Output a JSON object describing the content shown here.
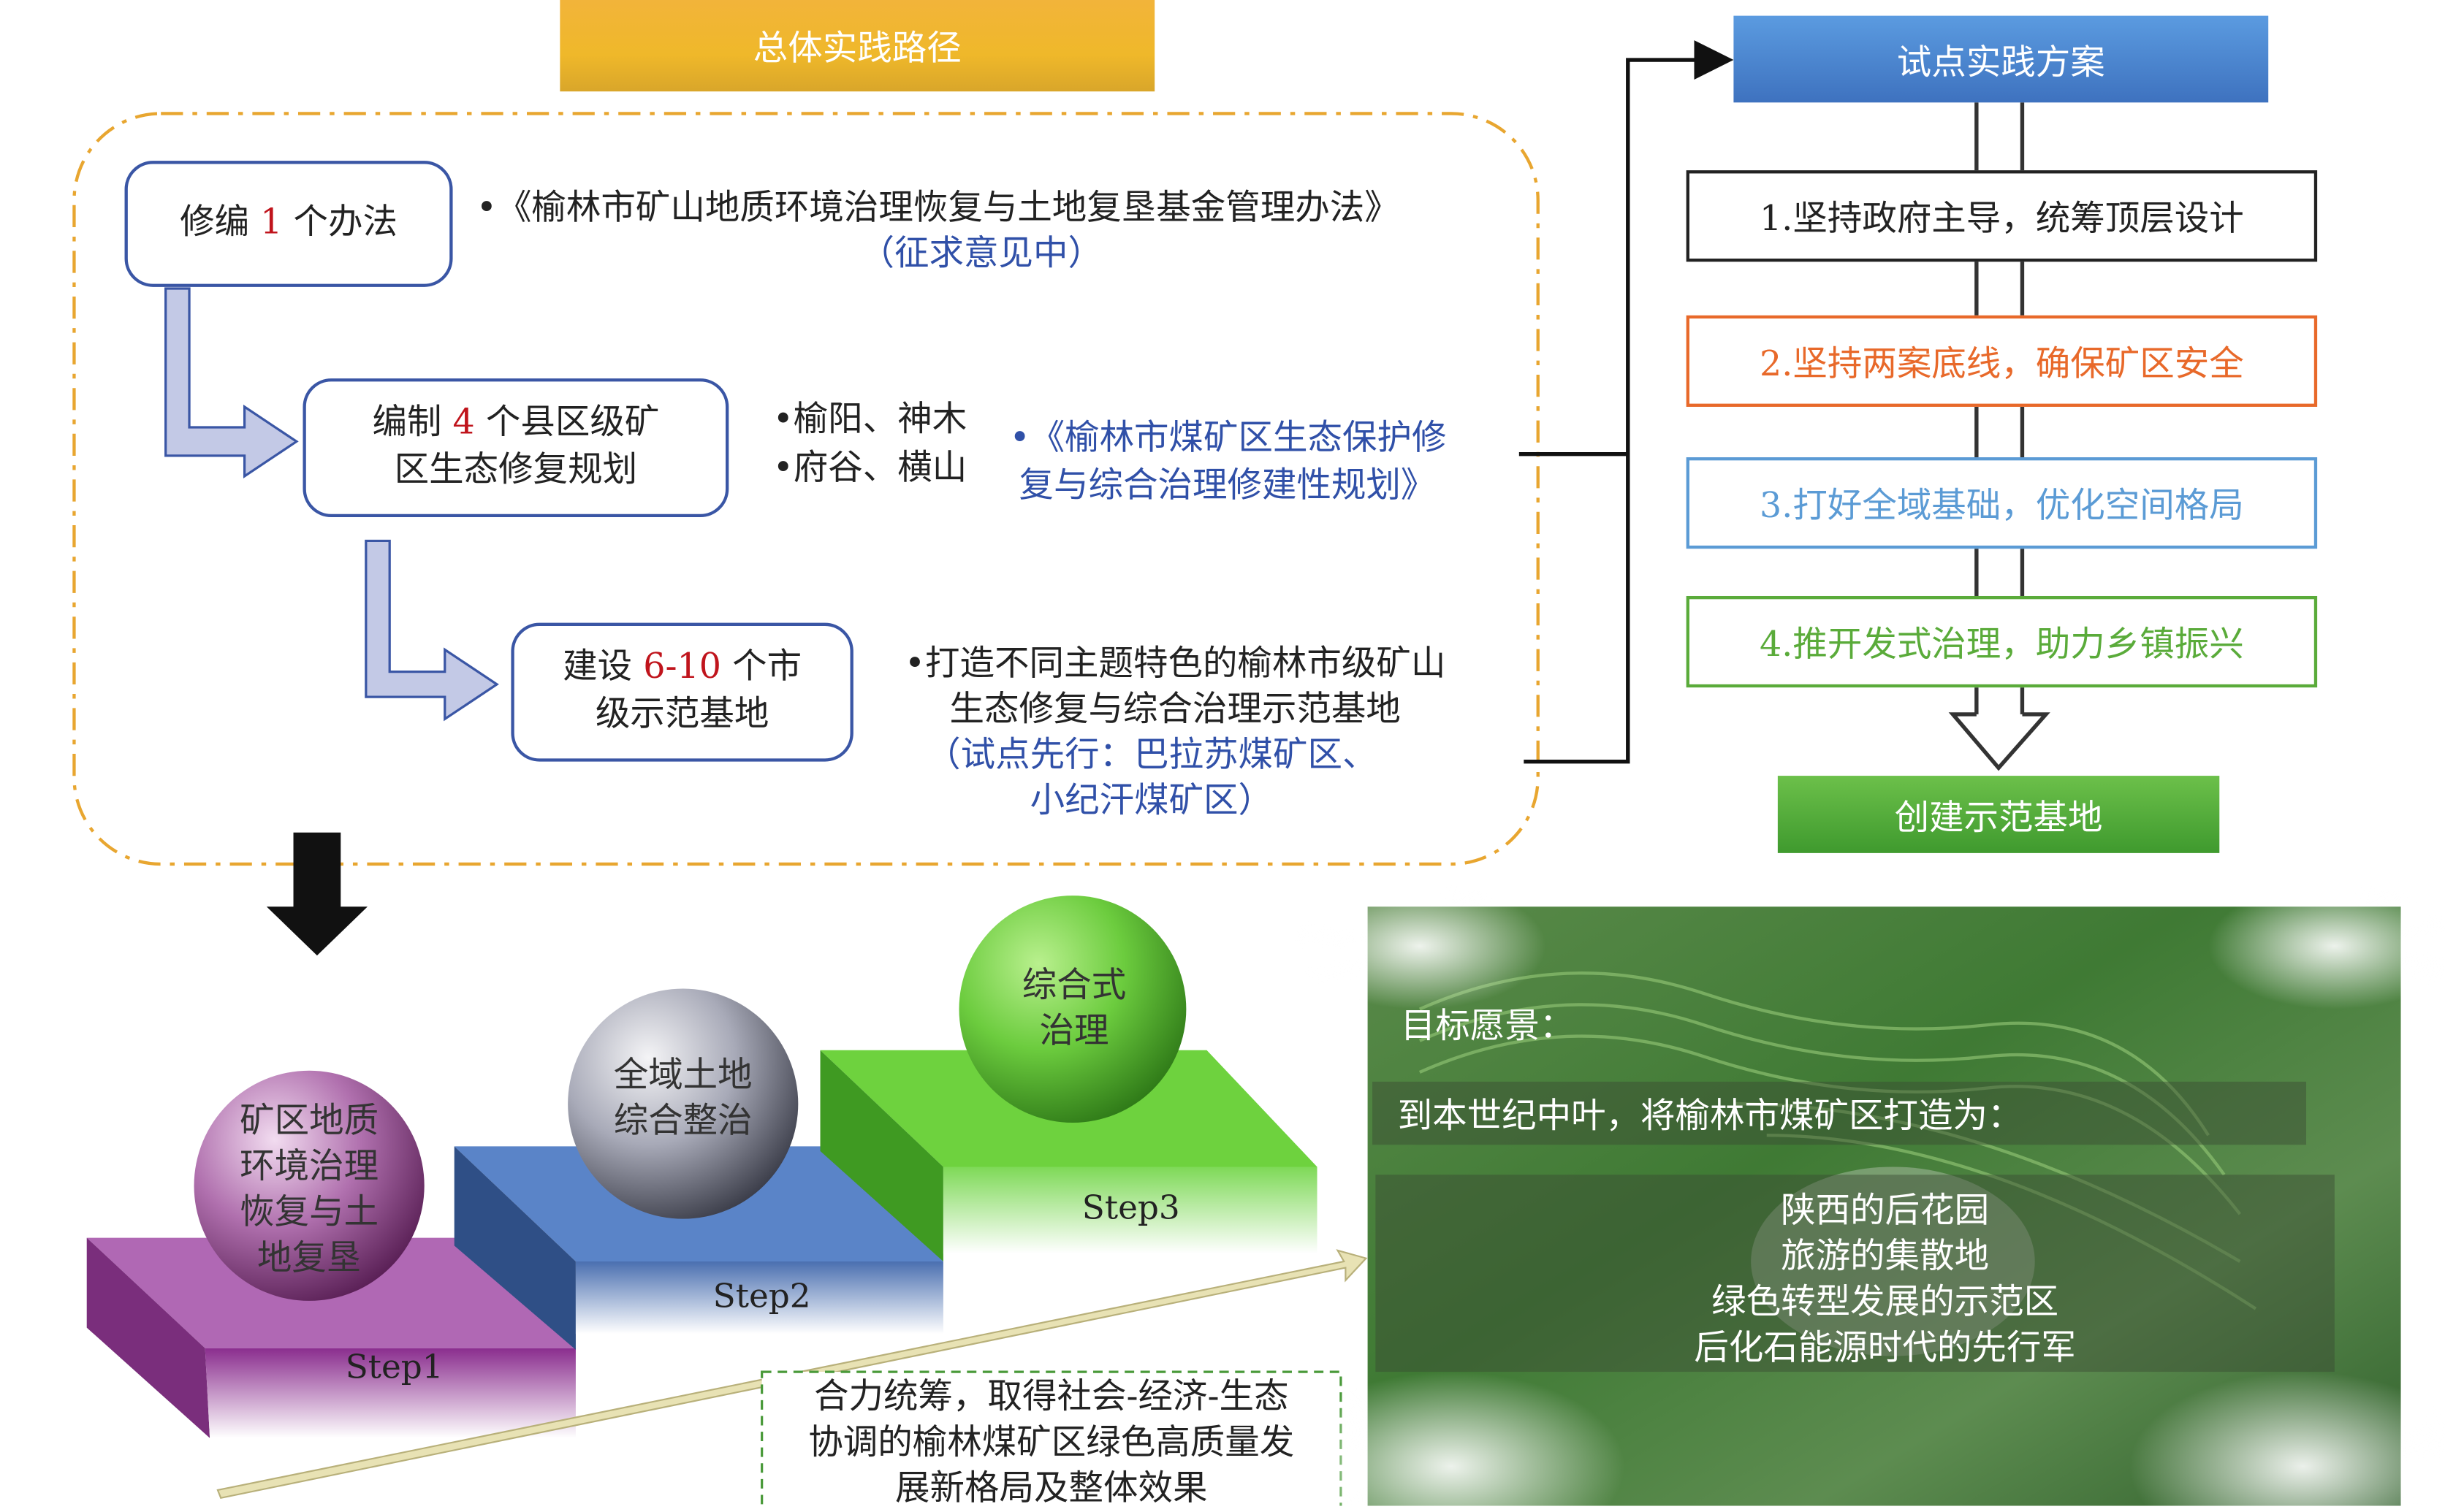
{
  "header": {
    "title": "总体实践路径"
  },
  "steps_left": [
    {
      "prefix": "修编 ",
      "number": "1",
      "suffix": " 个办法"
    },
    {
      "prefix": "编制 ",
      "number": "4",
      "suffix": " 个县区级矿",
      "line2": "区生态修复规划"
    },
    {
      "prefix": "建设 ",
      "number": "6-10",
      "suffix": " 个市",
      "line2": "级示范基地"
    }
  ],
  "notes": {
    "n1_line1": "•《榆林市矿山地质环境治理恢复与土地复垦基金管理办法》",
    "n1_line2": "（征求意见中）",
    "n2_bullet1": "•榆阳、神木",
    "n2_bullet2": "•府谷、横山",
    "n2_blue_line1": "•《榆林市煤矿区生态保护修",
    "n2_blue_line2": "复与综合治理修建性规划》",
    "n3_line1": "•打造不同主题特色的榆林市级矿山",
    "n3_line2": "生态修复与综合治理示范基地",
    "n3_line3": "（试点先行：巴拉苏煤矿区、",
    "n3_line4": "小纪汗煤矿区）"
  },
  "pilot": {
    "title": "试点实践方案",
    "items": [
      {
        "label": "1.坚持政府主导，统筹顶层设计",
        "color": "#222222"
      },
      {
        "label": "2.坚持两案底线，确保矿区安全",
        "color": "#e8692a"
      },
      {
        "label": "3.打好全域基础，优化空间格局",
        "color": "#5b9bd5"
      },
      {
        "label": "4.推开发式治理，助力乡镇振兴",
        "color": "#5aab3a"
      }
    ],
    "result": "创建示范基地"
  },
  "stairs": {
    "step1": {
      "label": "Step1",
      "sphere": [
        "矿区地质",
        "环境治理",
        "恢复与土",
        "地复垦"
      ]
    },
    "step2": {
      "label": "Step2",
      "sphere": [
        "全域土地",
        "综合整治"
      ]
    },
    "step3": {
      "label": "Step3",
      "sphere": [
        "综合式",
        "治理"
      ]
    },
    "summary": [
      "合力统筹，取得社会-经济-生态",
      "协调的榆林煤矿区绿色高质量发",
      "展新格局及整体效果"
    ]
  },
  "vision": {
    "title": "目标愿景：",
    "intro": "到本世纪中叶，将榆林市煤矿区打造为：",
    "goals": [
      "陕西的后花园",
      "旅游的集散地",
      "绿色转型发展的示范区",
      "后化石能源时代的先行军"
    ]
  },
  "colors": {
    "gold": "#e8b62e",
    "blue_header": "#4a84cc",
    "green_result": "#4fa83a",
    "box_border": "#3a56a5"
  }
}
